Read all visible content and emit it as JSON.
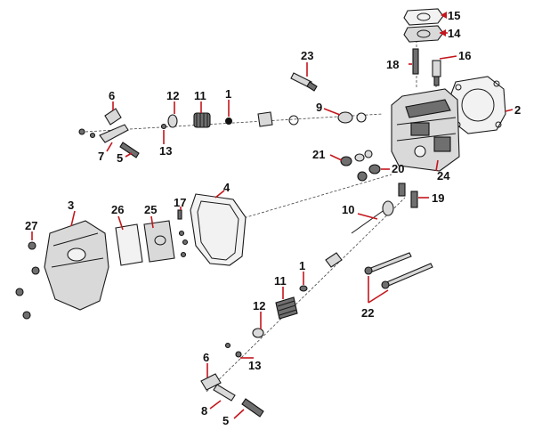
{
  "diagram": {
    "callouts": [
      {
        "id": "p15",
        "number": "15"
      },
      {
        "id": "p14",
        "number": "14"
      },
      {
        "id": "p16",
        "number": "16"
      },
      {
        "id": "p18",
        "number": "18"
      },
      {
        "id": "p23",
        "number": "23"
      },
      {
        "id": "p2",
        "number": "2"
      },
      {
        "id": "p6a",
        "number": "6"
      },
      {
        "id": "p12a",
        "number": "12"
      },
      {
        "id": "p11a",
        "number": "11"
      },
      {
        "id": "p1a",
        "number": "1"
      },
      {
        "id": "p9",
        "number": "9"
      },
      {
        "id": "p13a",
        "number": "13"
      },
      {
        "id": "p7",
        "number": "7"
      },
      {
        "id": "p5a",
        "number": "5"
      },
      {
        "id": "p21",
        "number": "21"
      },
      {
        "id": "p20",
        "number": "20"
      },
      {
        "id": "p24",
        "number": "24"
      },
      {
        "id": "p4",
        "number": "4"
      },
      {
        "id": "p17",
        "number": "17"
      },
      {
        "id": "p19",
        "number": "19"
      },
      {
        "id": "p10",
        "number": "10"
      },
      {
        "id": "p3",
        "number": "3"
      },
      {
        "id": "p26",
        "number": "26"
      },
      {
        "id": "p25",
        "number": "25"
      },
      {
        "id": "p27",
        "number": "27"
      },
      {
        "id": "p1b",
        "number": "1"
      },
      {
        "id": "p11b",
        "number": "11"
      },
      {
        "id": "p12b",
        "number": "12"
      },
      {
        "id": "p22",
        "number": "22"
      },
      {
        "id": "p6b",
        "number": "6"
      },
      {
        "id": "p13b",
        "number": "13"
      },
      {
        "id": "p8",
        "number": "8"
      },
      {
        "id": "p5b",
        "number": "5"
      }
    ],
    "colors": {
      "leader": "#c4161c",
      "label": "#111111",
      "part_fill": "#d9d9d9",
      "part_dark": "#6f6f6f"
    }
  }
}
